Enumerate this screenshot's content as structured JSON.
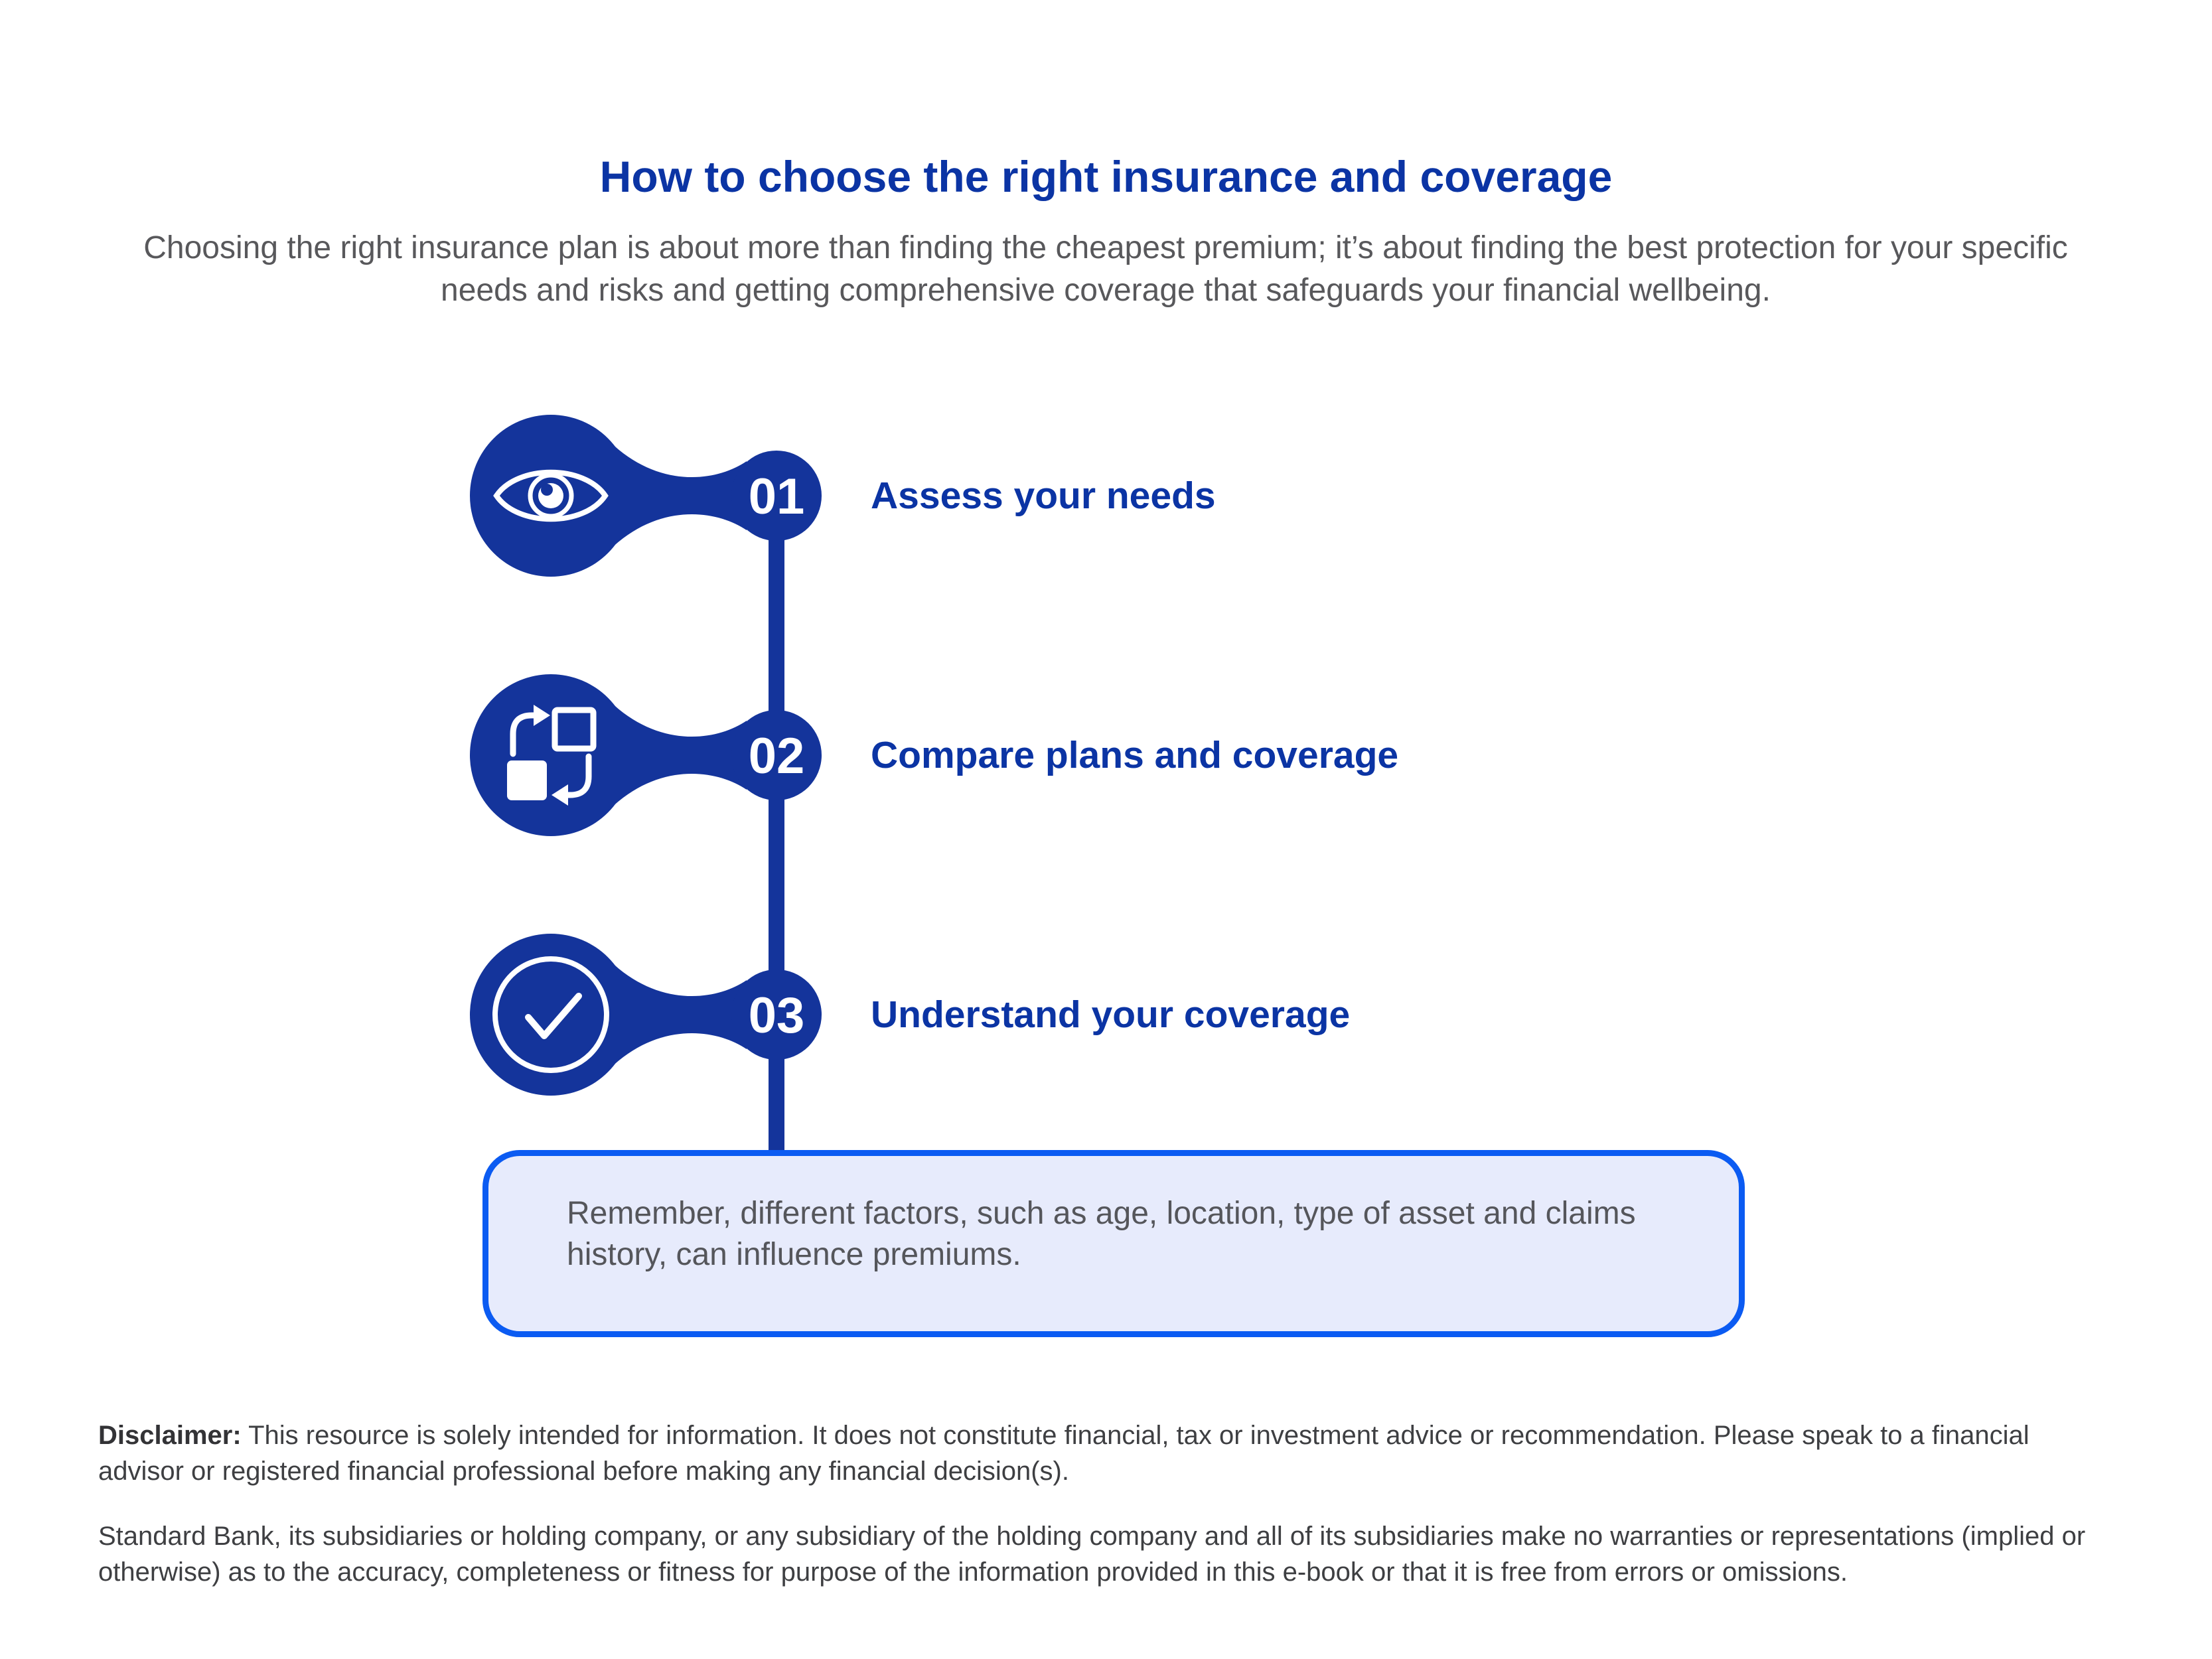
{
  "header": {
    "title": "How to choose the right insurance and coverage",
    "subtitle": "Choosing the right insurance plan is about more than finding the cheapest premium; it’s about finding the best protection for your specific needs and risks and getting comprehensive coverage that safeguards your financial wellbeing."
  },
  "steps": [
    {
      "number": "01",
      "label": "Assess your needs",
      "icon": "eye-icon"
    },
    {
      "number": "02",
      "label": "Compare plans and coverage",
      "icon": "compare-icon"
    },
    {
      "number": "03",
      "label": "Understand your coverage",
      "icon": "check-icon"
    }
  ],
  "callout": {
    "text": "Remember, different factors, such as age, location, type of asset and claims history, can influence premiums."
  },
  "disclaimer": {
    "label": "Disclaimer:",
    "text": "This resource is solely intended for information. It does not constitute financial, tax or investment advice or recommendation. Please speak to a financial advisor or registered financial professional before making any financial decision(s).",
    "legal": "Standard Bank, its subsidiaries or holding company, or any subsidiary of the holding company and all of its subsidiaries make no warranties or representations (implied or otherwise) as to the accuracy, completeness or fitness for purpose of the information provided in this e-book or that it is free from errors or omissions."
  },
  "colors": {
    "shape_blue": "#14349b",
    "text_blue": "#0b34a4",
    "callout_border_blue": "#0b5bf2",
    "callout_fill": "#e7ebfc",
    "body_gray": "#58585b",
    "disclaimer_gray": "#3e3f42"
  }
}
